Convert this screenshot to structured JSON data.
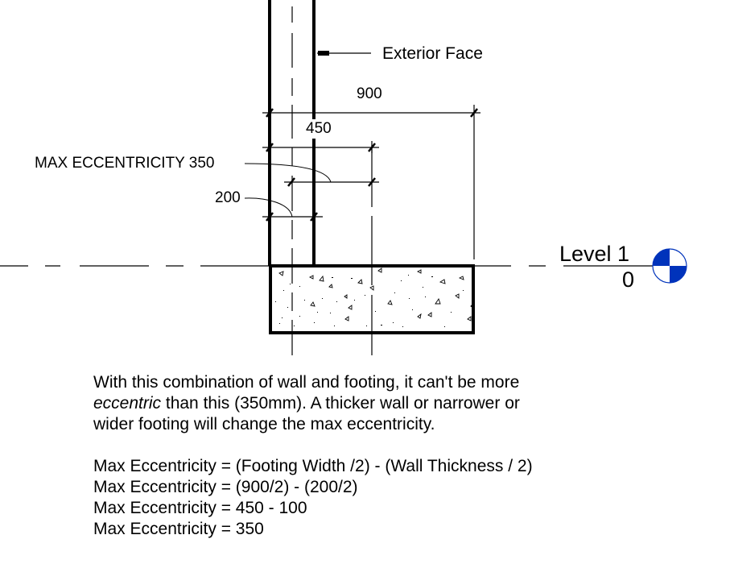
{
  "drawing": {
    "labels": {
      "exterior_face": "Exterior Face",
      "footing_width_dim": "900",
      "half_footing_dim": "450",
      "max_eccentricity": "MAX ECCENTRICITY 350",
      "wall_thickness_dim": "200"
    },
    "level": {
      "name": "Level 1",
      "elevation": "0",
      "marker_color": "#0033bb"
    },
    "dimensions_mm": {
      "footing_width": 900,
      "half_footing_width": 450,
      "wall_thickness": 200,
      "max_eccentricity": 350
    }
  },
  "notes": {
    "paragraph": {
      "line1": "With this combination of wall and footing, it can't be more",
      "line2_italic": "eccentric",
      "line2_rest": " than this (350mm). A thicker wall or narrower or",
      "line3": "wider footing will change the max eccentricity."
    },
    "formula": [
      "Max Eccentricity = (Footing Width /2) - (Wall Thickness / 2)",
      "Max Eccentricity = (900/2) - (200/2)",
      "Max Eccentricity = 450 - 100",
      "Max Eccentricity = 350"
    ]
  }
}
